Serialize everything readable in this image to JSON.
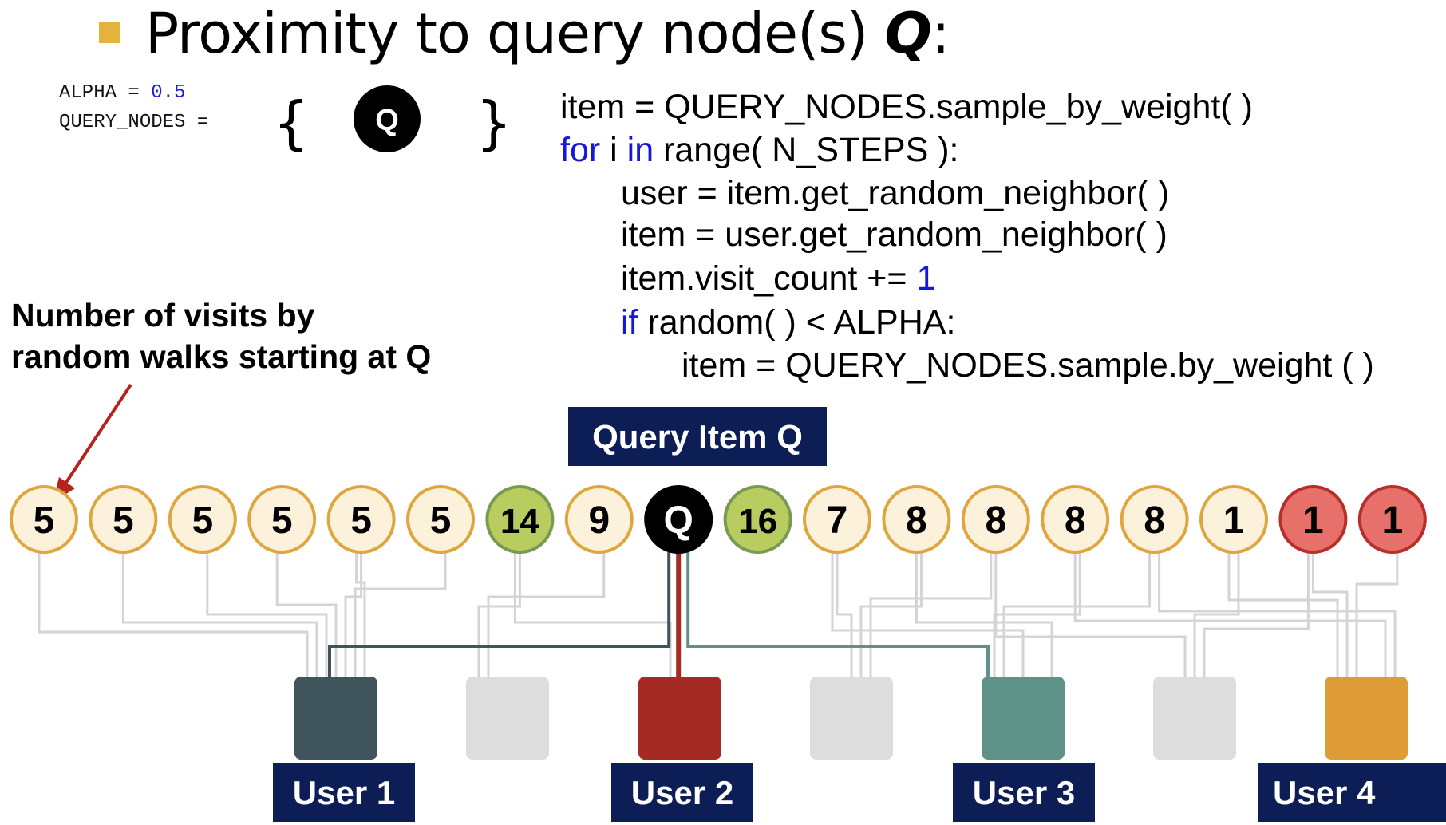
{
  "header": {
    "title_prefix": "Proximity to query node(s) ",
    "title_var": "Q",
    "title_suffix": ":",
    "bullet_color": "#e4b33e"
  },
  "config": {
    "alpha_key": "ALPHA = ",
    "alpha_value": "0.5",
    "query_nodes_key": "QUERY_NODES =",
    "open_brace": "{",
    "close_brace": "}",
    "query_node_label": "Q"
  },
  "code": {
    "line1": "item = QUERY_NODES.sample_by_weight( )",
    "line2_kw1": "for",
    "line2_mid": " i ",
    "line2_kw2": "in",
    "line2_rest": " range( N_STEPS ):",
    "line3": "user = item.get_random_neighbor( )",
    "line4": "item = user.get_random_neighbor( )",
    "line5_prefix": "item.visit_count += ",
    "line5_num": "1",
    "line6_kw": "if",
    "line6_rest": " random( ) < ALPHA:",
    "line7": "item = QUERY_NODES.sample.by_weight ( )"
  },
  "annotation": {
    "line1": "Number of visits by",
    "line2": "random walks starting at Q",
    "arrow_color": "#b3241f"
  },
  "query_item_label": "Query Item Q",
  "colors": {
    "item_fill": "#fcf2db",
    "item_stroke": "#dfa63f",
    "green_fill": "#b9cc5f",
    "green_stroke": "#799b51",
    "red_fill": "#e8706a",
    "red_stroke": "#b82e2a",
    "query_fill": "#000000",
    "edge_gray": "#d4d4d4",
    "label_bg": "#0d1e57"
  },
  "items": [
    {
      "label": "5",
      "kind": "normal"
    },
    {
      "label": "5",
      "kind": "normal"
    },
    {
      "label": "5",
      "kind": "normal"
    },
    {
      "label": "5",
      "kind": "normal"
    },
    {
      "label": "5",
      "kind": "normal"
    },
    {
      "label": "5",
      "kind": "normal"
    },
    {
      "label": "14",
      "kind": "green"
    },
    {
      "label": "9",
      "kind": "normal"
    },
    {
      "label": "Q",
      "kind": "query"
    },
    {
      "label": "16",
      "kind": "green"
    },
    {
      "label": "7",
      "kind": "normal"
    },
    {
      "label": "8",
      "kind": "normal"
    },
    {
      "label": "8",
      "kind": "normal"
    },
    {
      "label": "8",
      "kind": "normal"
    },
    {
      "label": "8",
      "kind": "normal"
    },
    {
      "label": "1",
      "kind": "normal"
    },
    {
      "label": "1",
      "kind": "red"
    },
    {
      "label": "1",
      "kind": "red"
    }
  ],
  "users": [
    {
      "label": "User 1",
      "color": "#3f555b"
    },
    {
      "label": "",
      "color": "#dddddd"
    },
    {
      "label": "User 2",
      "color": "#a62a24"
    },
    {
      "label": "",
      "color": "#dddddd"
    },
    {
      "label": "User 3",
      "color": "#5f9287"
    },
    {
      "label": "",
      "color": "#dddddd"
    },
    {
      "label": "User 4",
      "color": "#de9c36"
    }
  ]
}
